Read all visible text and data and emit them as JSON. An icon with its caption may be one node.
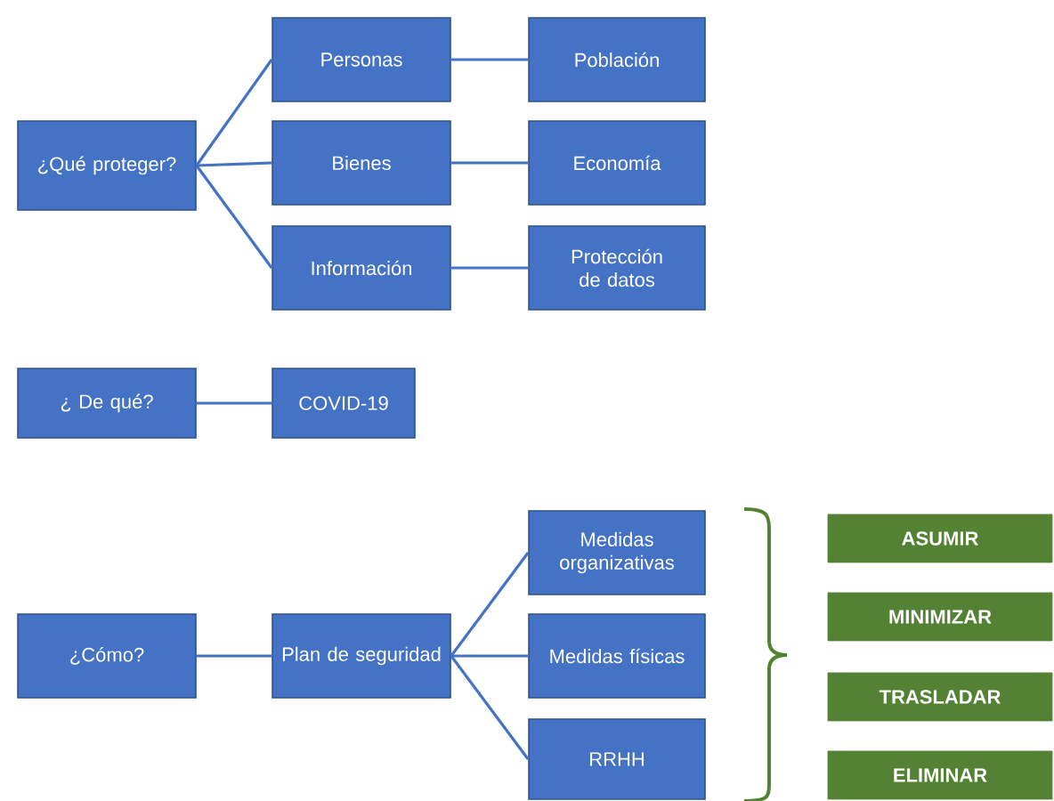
{
  "diagram": {
    "nodes": [
      {
        "text": [
          "¿Qué proteger?"
        ]
      },
      {
        "text": [
          "Personas"
        ]
      },
      {
        "text": [
          "Bienes"
        ]
      },
      {
        "text": [
          "Información"
        ]
      },
      {
        "text": [
          "Población"
        ]
      },
      {
        "text": [
          "Economía"
        ]
      },
      {
        "text": [
          "Protección de datos"
        ]
      },
      {
        "text": [
          "¿ De qué?"
        ]
      },
      {
        "text": [
          "COVID-19"
        ]
      },
      {
        "text": [
          "¿Cómo?"
        ]
      },
      {
        "text": [
          "Plan de seguridad"
        ]
      },
      {
        "text": [
          "Medidas organizativas"
        ]
      },
      {
        "text": [
          "Medidas físicas"
        ]
      },
      {
        "text": [
          "RRHH"
        ]
      },
      {
        "text": [
          "ASUMIR"
        ]
      },
      {
        "text": [
          "MINIMIZAR"
        ]
      },
      {
        "text": [
          "TRASLADAR"
        ]
      },
      {
        "text": [
          "ELIMINAR"
        ]
      }
    ],
    "edges": [
      {
        "from": 0,
        "to": 1,
        "arrow": "none"
      },
      {
        "from": 0,
        "to": 2,
        "arrow": "none"
      },
      {
        "from": 0,
        "to": 3,
        "arrow": "none"
      },
      {
        "from": 1,
        "to": 4,
        "arrow": "none"
      },
      {
        "from": 2,
        "to": 5,
        "arrow": "none"
      },
      {
        "from": 3,
        "to": 6,
        "arrow": "none"
      },
      {
        "from": 7,
        "to": 8,
        "arrow": "none"
      },
      {
        "from": 9,
        "to": 10,
        "arrow": "none"
      },
      {
        "from": 10,
        "to": 11,
        "arrow": "none"
      },
      {
        "from": 10,
        "to": 12,
        "arrow": "none"
      },
      {
        "from": 10,
        "to": 13,
        "arrow": "none"
      }
    ]
  }
}
